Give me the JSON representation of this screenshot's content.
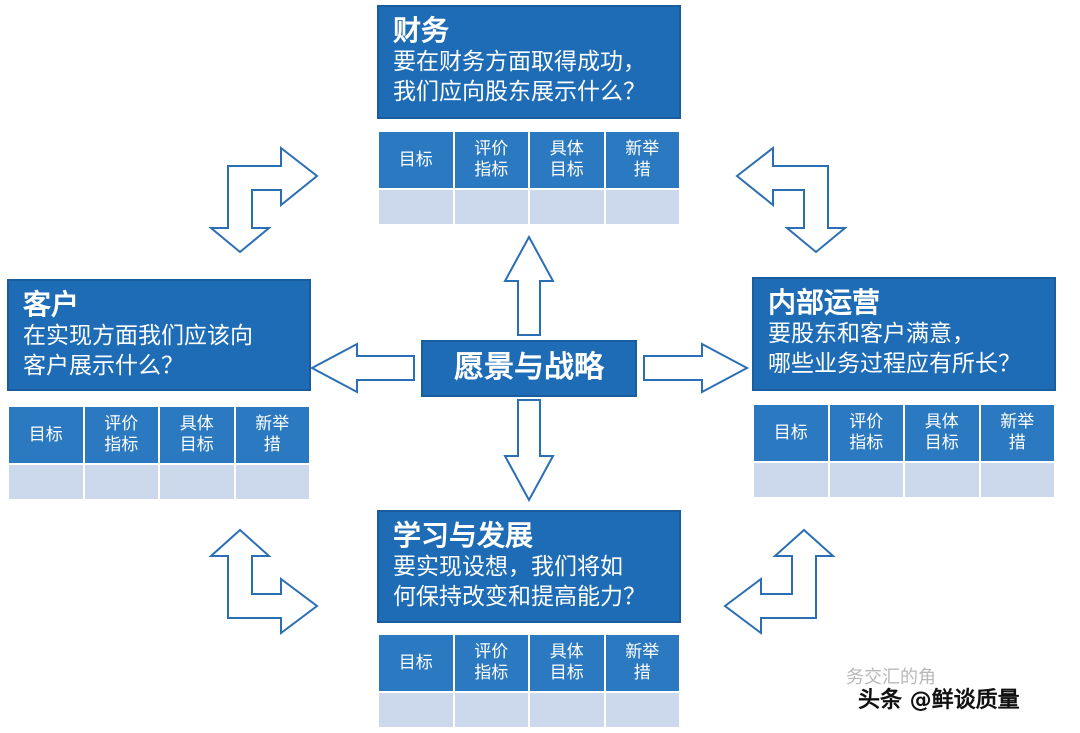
{
  "center": {
    "label": "愿景与战略"
  },
  "finance": {
    "title": "财务",
    "line1": "要在财务方面取得成功，",
    "line2": "我们应向股东展示什么？"
  },
  "customer": {
    "title": "客户",
    "line1": "在实现方面我们应该向",
    "line2": "客户展示什么？"
  },
  "internal": {
    "title": "内部运营",
    "line1": "要股东和客户满意，",
    "line2": "哪些业务过程应有所长？"
  },
  "learning": {
    "title": "学习与发展",
    "line1": "要实现设想，我们将如",
    "line2": "何保持改变和提高能力？"
  },
  "table_headers": {
    "goal": "目标",
    "indicator_1": "评价",
    "indicator_2": "指标",
    "target_1": "具体",
    "target_2": "目标",
    "measure_1": "新举",
    "measure_2": "措"
  },
  "watermark": {
    "text": "头条 @鲜谈质量",
    "faded": "务交汇的角"
  },
  "colors": {
    "box_blue": "#1e6cb5",
    "header_blue": "#2b79c0",
    "row_light": "#ccd9ec",
    "arrow_outline": "#2a6fb4"
  }
}
